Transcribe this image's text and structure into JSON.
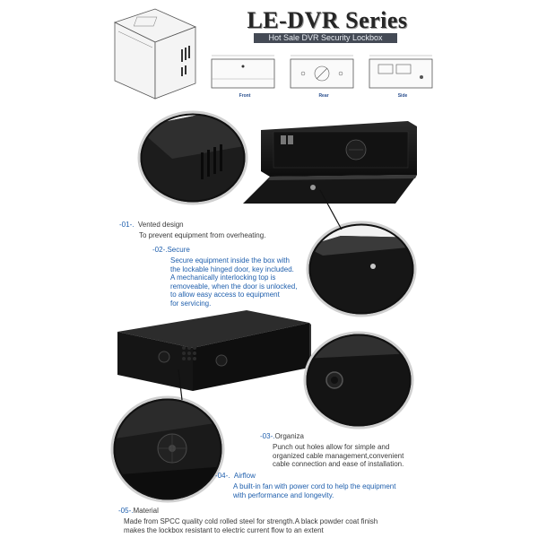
{
  "header": {
    "title": "LE-DVR Series",
    "subtitle": "Hot Sale DVR Security Lockbox"
  },
  "views": {
    "front": "Front",
    "rear": "Rear",
    "side": "Side"
  },
  "features": [
    {
      "number": "-01-.",
      "title": "Vented design",
      "desc": [
        "To prevent equipment from overheating."
      ]
    },
    {
      "number": "-02-.",
      "title": "Secure",
      "desc": [
        "Secure equipment inside the box with",
        "the lockable hinged door, key included.",
        "A mechanically interlocking top is",
        "removeable, when the door is unlocked,",
        "to allow easy access to equipment",
        "for servicing."
      ]
    },
    {
      "number": "-03-.",
      "title": "Organiza",
      "desc": [
        "Punch out holes allow for simple and",
        "organized cable management,convenient",
        "cable connection and ease of installation."
      ]
    },
    {
      "number": "-04-.",
      "title": "Airflow",
      "desc": [
        "A built-in fan with power cord to help the equipment",
        "with performance and longevity."
      ]
    },
    {
      "number": "-05-.",
      "title": "Material",
      "desc": [
        "Made from SPCC quality cold rolled steel for strength.A black powder coat finish",
        "makes the lockbox resistant to electric current flow to an extent"
      ]
    }
  ],
  "colors": {
    "accent": "#1f5fad",
    "body_text": "#3a3a3a",
    "subtitle_bg": "#444a55"
  }
}
